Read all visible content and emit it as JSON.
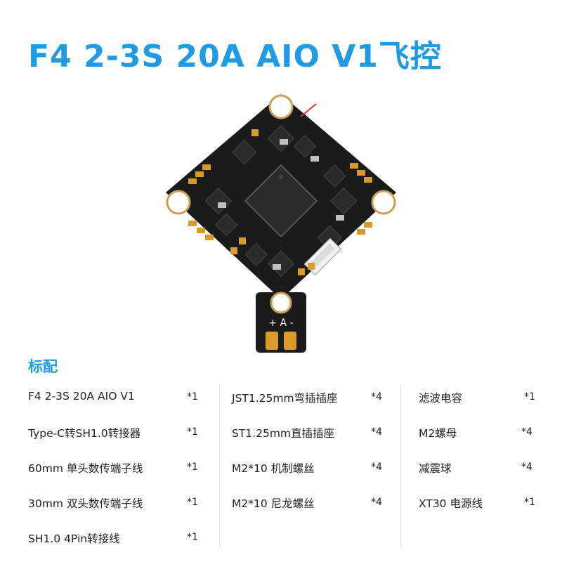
{
  "title": "F4 2-3S 20A AIO V1飞控",
  "section_title": "标配",
  "board": {
    "silk_label": "+ A -"
  },
  "columns": [
    {
      "items": [
        {
          "name": "F4 2-3S 20A AIO V1",
          "qty": "*1"
        },
        {
          "name": "Type-C转SH1.0转接器",
          "qty": "*1"
        },
        {
          "name": "60mm 单头数传端子线",
          "qty": "*1"
        },
        {
          "name": "30mm 双头数传端子线",
          "qty": "*1"
        },
        {
          "name": "SH1.0 4Pin转接线",
          "qty": "*1"
        }
      ]
    },
    {
      "items": [
        {
          "name": "JST1.25mm弯插插座",
          "qty": "*4"
        },
        {
          "name": "ST1.25mm直插插座",
          "qty": "*4"
        },
        {
          "name": "M2*10 机制螺丝",
          "qty": "*4"
        },
        {
          "name": "M2*10 尼龙螺丝",
          "qty": "*4"
        }
      ]
    },
    {
      "items": [
        {
          "name": "滤波电容",
          "qty": "*1"
        },
        {
          "name": "M2螺母",
          "qty": "*4"
        },
        {
          "name": "减震球",
          "qty": "*4"
        },
        {
          "name": "XT30 电源线",
          "qty": "*1"
        }
      ]
    }
  ],
  "colors": {
    "accent": "#1f9be6",
    "pcb": "#1b1b1b",
    "pad": "#d99a2b"
  }
}
